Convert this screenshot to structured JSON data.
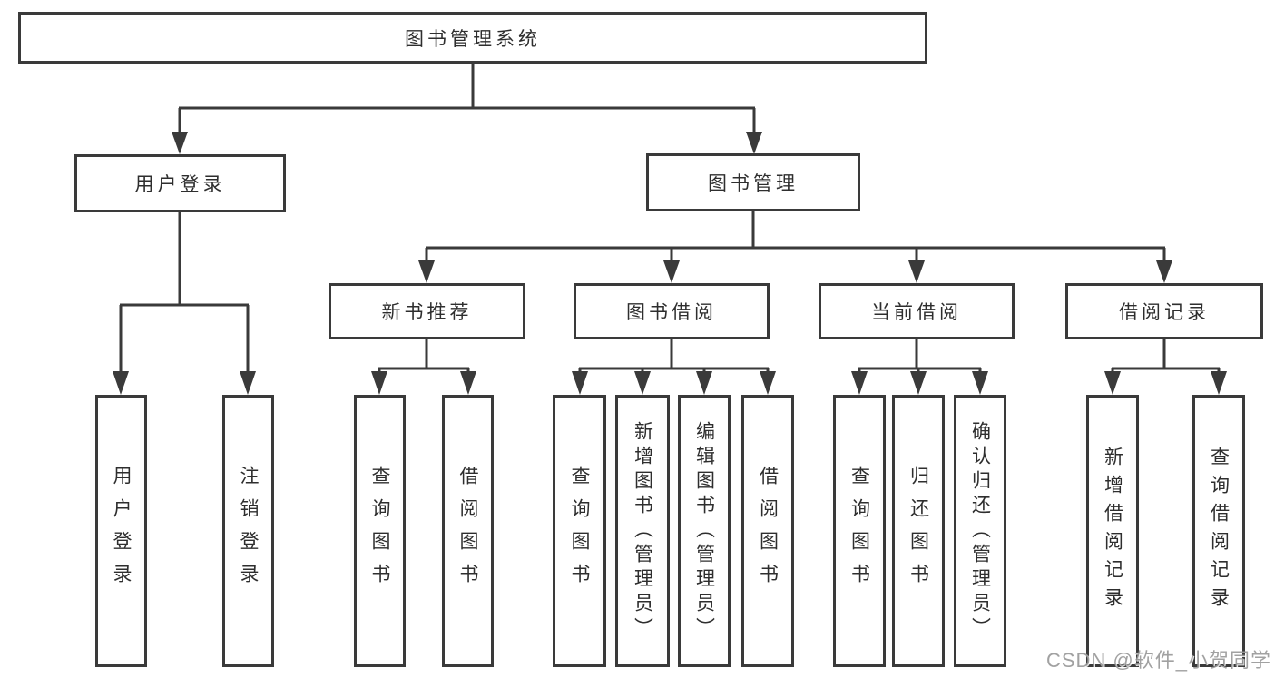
{
  "diagram_title": "图书管理系统",
  "colors": {
    "line": "#3a3a3a",
    "box_border": "#3a3a3a",
    "text": "#2e2e2e",
    "background": "#ffffff",
    "watermark": "#949494"
  },
  "watermark": "CSDN @软件_小贺同学",
  "tree": {
    "label": "图书管理系统",
    "children": [
      {
        "label": "用户登录",
        "children": [
          {
            "label": "用户登录"
          },
          {
            "label": "注销登录"
          }
        ]
      },
      {
        "label": "图书管理",
        "children": [
          {
            "label": "新书推荐",
            "children": [
              {
                "label": "查询图书"
              },
              {
                "label": "借阅图书"
              }
            ]
          },
          {
            "label": "图书借阅",
            "children": [
              {
                "label": "查询图书"
              },
              {
                "label": "新增图书（管理员）"
              },
              {
                "label": "编辑图书（管理员）"
              },
              {
                "label": "借阅图书"
              }
            ]
          },
          {
            "label": "当前借阅",
            "children": [
              {
                "label": "查询图书"
              },
              {
                "label": "归还图书"
              },
              {
                "label": "确认归还（管理员）"
              }
            ]
          },
          {
            "label": "借阅记录",
            "children": [
              {
                "label": "新增借阅记录"
              },
              {
                "label": "查询借阅记录"
              }
            ]
          }
        ]
      }
    ]
  }
}
